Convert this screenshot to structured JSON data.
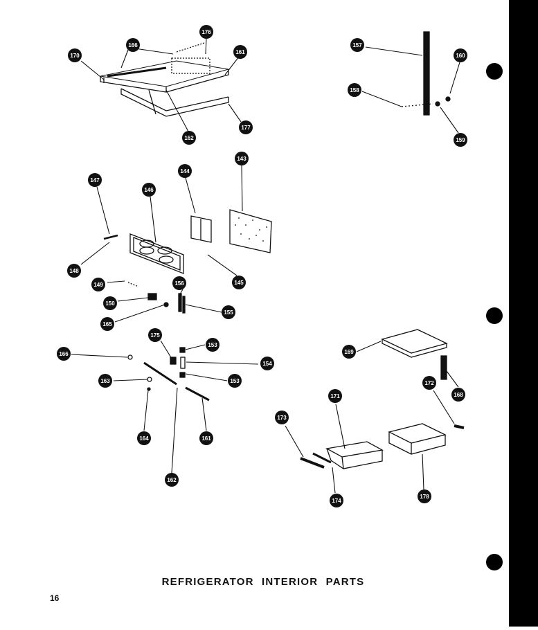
{
  "page": {
    "title": "REFRIGERATOR  INTERIOR  PARTS",
    "page_number": "16"
  },
  "callouts": [
    {
      "id": "c170a",
      "label": "170"
    },
    {
      "id": "c166a",
      "label": "166"
    },
    {
      "id": "c176",
      "label": "176"
    },
    {
      "id": "c161a",
      "label": "161"
    },
    {
      "id": "c162a",
      "label": "162"
    },
    {
      "id": "c177",
      "label": "177"
    },
    {
      "id": "c157",
      "label": "157"
    },
    {
      "id": "c160",
      "label": "160"
    },
    {
      "id": "c158",
      "label": "158"
    },
    {
      "id": "c159",
      "label": "159"
    },
    {
      "id": "c147",
      "label": "147"
    },
    {
      "id": "c146",
      "label": "146"
    },
    {
      "id": "c144",
      "label": "144"
    },
    {
      "id": "c143",
      "label": "143"
    },
    {
      "id": "c148",
      "label": "148"
    },
    {
      "id": "c145",
      "label": "145"
    },
    {
      "id": "c149",
      "label": "149"
    },
    {
      "id": "c156",
      "label": "156"
    },
    {
      "id": "c150",
      "label": "150"
    },
    {
      "id": "c155",
      "label": "155"
    },
    {
      "id": "c165",
      "label": "165"
    },
    {
      "id": "c175",
      "label": "175"
    },
    {
      "id": "c153a",
      "label": "153"
    },
    {
      "id": "c166b",
      "label": "166"
    },
    {
      "id": "c154",
      "label": "154"
    },
    {
      "id": "c163",
      "label": "163"
    },
    {
      "id": "c153b",
      "label": "153"
    },
    {
      "id": "c164",
      "label": "164"
    },
    {
      "id": "c161b",
      "label": "161"
    },
    {
      "id": "c162b",
      "label": "162"
    },
    {
      "id": "c169",
      "label": "169"
    },
    {
      "id": "c168",
      "label": "168"
    },
    {
      "id": "c172",
      "label": "172"
    },
    {
      "id": "c171",
      "label": "171"
    },
    {
      "id": "c173",
      "label": "173"
    },
    {
      "id": "c174",
      "label": "174"
    },
    {
      "id": "c178",
      "label": "178"
    }
  ]
}
